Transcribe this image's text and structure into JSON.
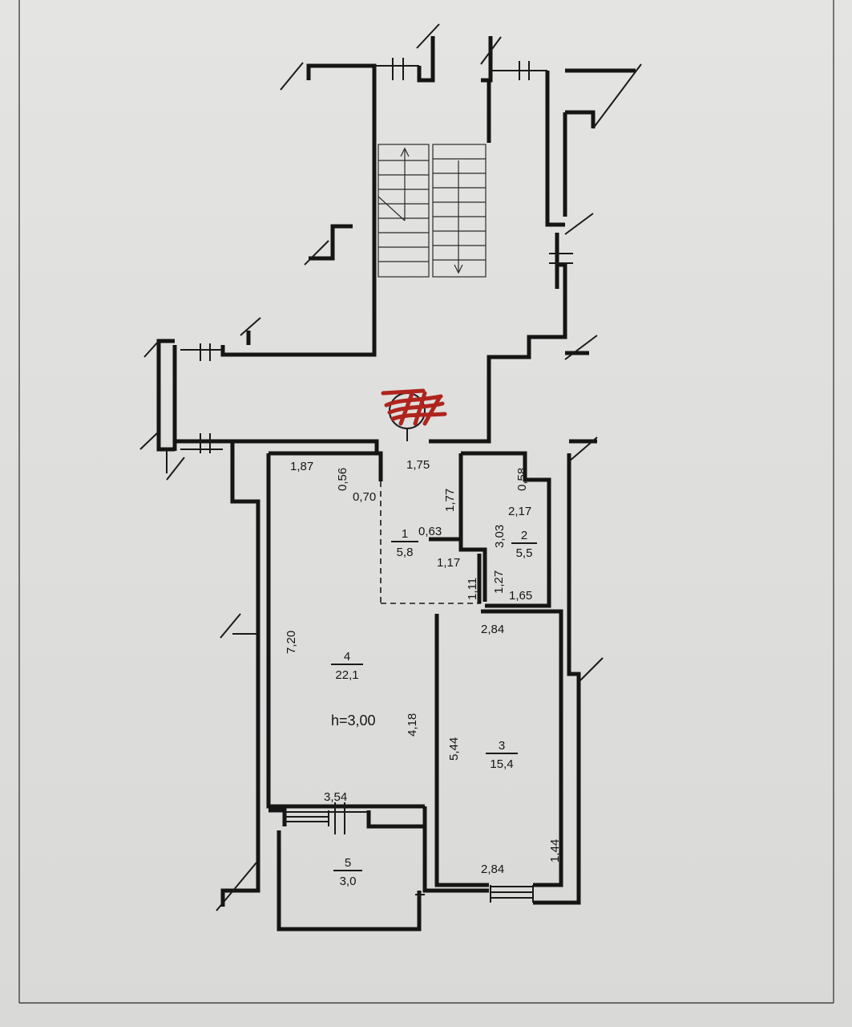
{
  "plan": {
    "height_label": "h=3,00",
    "rooms": [
      {
        "number": "1",
        "area": "5,8"
      },
      {
        "number": "2",
        "area": "5,5"
      },
      {
        "number": "3",
        "area": "15,4"
      },
      {
        "number": "4",
        "area": "22,1"
      },
      {
        "number": "5",
        "area": "3,0"
      }
    ],
    "dimensions": {
      "d_1_87": "1,87",
      "d_0_56": "0,56",
      "d_0_70": "0,70",
      "d_1_75": "1,75",
      "d_1_77": "1,77",
      "d_0_63": "0,63",
      "d_1_17": "1,17",
      "d_1_11": "1,11",
      "d_0_58": "0,58",
      "d_2_17": "2,17",
      "d_3_03": "3,03",
      "d_1_27": "1,27",
      "d_1_65": "1,65",
      "d_7_20": "7,20",
      "d_2_84_top": "2,84",
      "d_4_18": "4,18",
      "d_5_44": "5,44",
      "d_3_54": "3,54",
      "d_1_44": "1,44",
      "d_2_84_bottom": "2,84"
    },
    "colors": {
      "paper": "#e0e0de",
      "ink": "#151515",
      "redaction_mark": "#b0241e"
    }
  }
}
